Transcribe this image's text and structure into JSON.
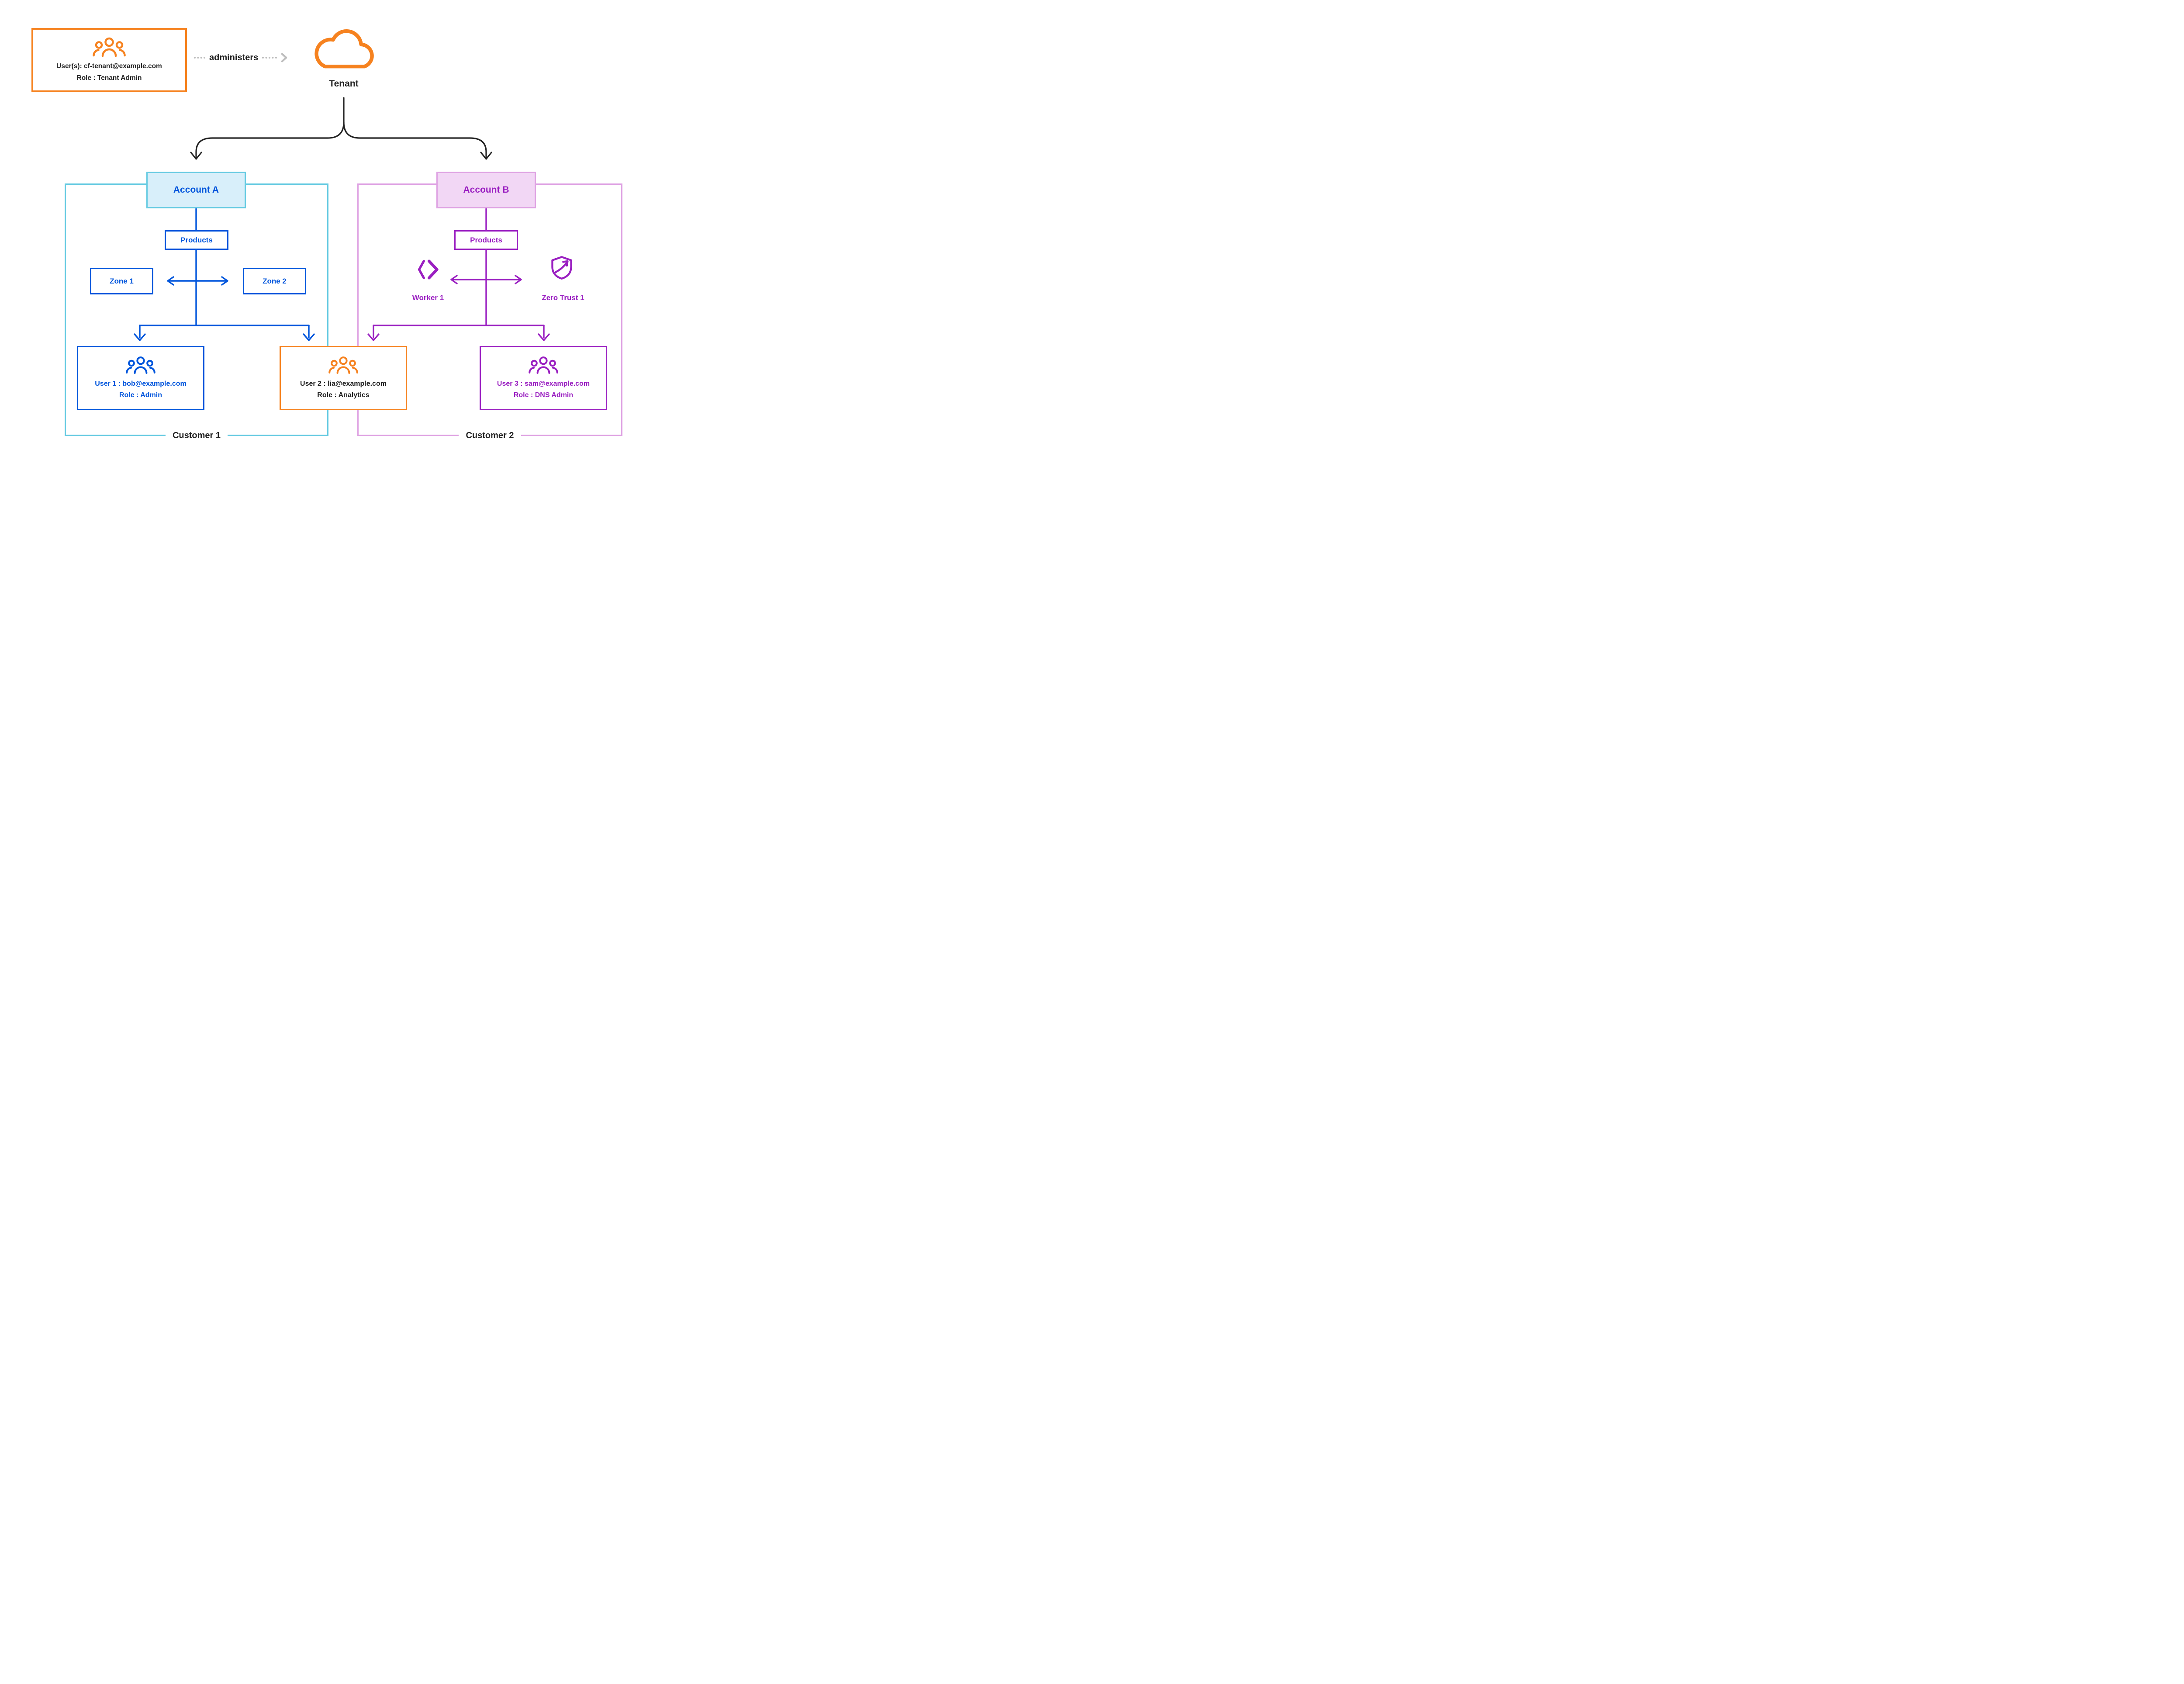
{
  "colors": {
    "orange": "#F6821F",
    "blue": "#0055DC",
    "cyan_container": "#67CBE2",
    "account_a_fill": "#D8EFFA",
    "purple": "#9A1FC1",
    "purple_container": "#DFA3E3",
    "account_b_fill": "#F2D7F5",
    "text_dark": "#222222",
    "connector_gray": "#BDBDBD"
  },
  "tenant_admin_box": {
    "line1": "User(s): cf-tenant@example.com",
    "line2": "Role : Tenant Admin"
  },
  "administers": {
    "label": "administers"
  },
  "tenant": {
    "label": "Tenant"
  },
  "account_a": {
    "title": "Account A",
    "products": "Products",
    "zone1": "Zone 1",
    "zone2": "Zone 2"
  },
  "account_b": {
    "title": "Account B",
    "products": "Products",
    "worker": "Worker 1",
    "zero_trust": "Zero Trust 1"
  },
  "customers": {
    "customer1": "Customer 1",
    "customer2": "Customer 2"
  },
  "users": {
    "user1": {
      "line1": "User 1 : bob@example.com",
      "line2": "Role : Admin"
    },
    "user2": {
      "line1": "User 2 : lia@example.com",
      "line2": "Role : Analytics"
    },
    "user3": {
      "line1": "User 3 : sam@example.com",
      "line2": "Role : DNS Admin"
    }
  }
}
